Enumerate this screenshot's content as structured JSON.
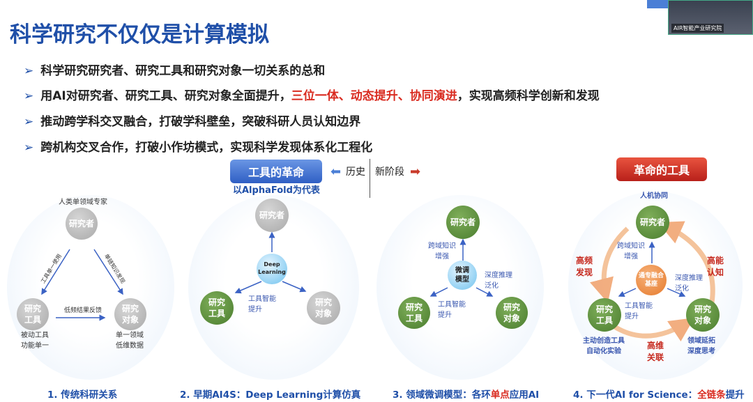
{
  "title": "科学研究不仅仅是计算模拟",
  "bullets": [
    {
      "text": "科学研究研究者、研究工具和研究对象一切关系的总和"
    },
    {
      "pre": "用AI对研究者、研究工具、研究对象全面提升，",
      "highlight": "三位一体、动态提升、协同演进",
      "post": "，实现高频科学创新和发现"
    },
    {
      "text": "推动跨学科交叉融合，打破学科壁垒，突破科研人员认知边界"
    },
    {
      "text": "跨机构交叉合作，打破小作坊模式，实现科学发现体系化工程化"
    }
  ],
  "header": {
    "tool_revolution": "工具的革命",
    "tool_revolution_sub": "以AlphaFold为代表",
    "history": "历史",
    "new_stage": "新阶段",
    "revolution_tool": "革命的工具"
  },
  "video": {
    "label": "AIR智能产业研究院"
  },
  "nodes": {
    "researcher": "研究者",
    "tool1": "研究",
    "tool2": "工具",
    "object1": "研究",
    "object2": "对象"
  },
  "panel1": {
    "top": "人类单领域专家",
    "left_edge": "工具单一使用",
    "right_edge": "单链知识发现",
    "bottom_edge": "低频结果反馈",
    "tool_desc1": "被动工具",
    "tool_desc2": "功能单一",
    "obj_desc1": "单一领域",
    "obj_desc2": "低维数据",
    "caption": "1. 传统科研关系"
  },
  "panel2": {
    "center1": "Deep",
    "center2": "Learning",
    "tool_label1": "工具智能",
    "tool_label2": "提升",
    "caption": "2. 早期AI4S：Deep Learning计算仿真"
  },
  "panel3": {
    "center1": "微调",
    "center2": "模型",
    "up1": "跨域知识",
    "up2": "增强",
    "right1": "深度推理",
    "right2": "泛化",
    "tool_label1": "工具智能",
    "tool_label2": "提升",
    "caption_pre": "3. 领域微调模型：各环",
    "caption_hl": "单点",
    "caption_post": "应用AI"
  },
  "panel4": {
    "top": "人机协同",
    "center1": "通专融合",
    "center2": "基座",
    "up1": "跨域知识",
    "up2": "增强",
    "right1": "深度推理",
    "right2": "泛化",
    "tool_label1": "工具智能",
    "tool_label2": "提升",
    "left_red1": "高频",
    "left_red2": "发现",
    "right_red1": "高能",
    "right_red2": "认知",
    "bottom_red1": "高维",
    "bottom_red2": "关联",
    "tool_desc1": "主动创造工具",
    "tool_desc2": "自动化实验",
    "obj_desc1": "领域延拓",
    "obj_desc2": "深度思考",
    "caption_pre": "4. 下一代AI for Science：",
    "caption_hl": "全链条",
    "caption_post": "提升"
  }
}
